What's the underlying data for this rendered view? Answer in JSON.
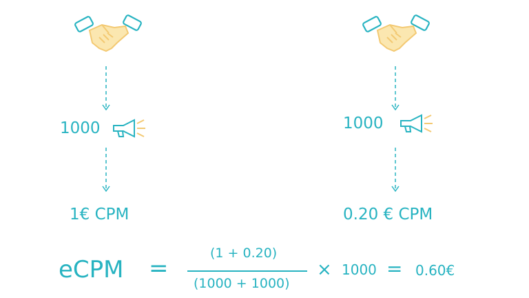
{
  "colors": {
    "accent": "#27b3c1",
    "icon_fill": "#fbe7b0",
    "icon_stroke": "#f3c972"
  },
  "left_column": {
    "impressions": "1000",
    "price": "1€ CPM"
  },
  "right_column": {
    "impressions": "1000",
    "price": "0.20 € CPM"
  },
  "formula": {
    "label": "eCPM",
    "equals": "=",
    "numerator": "(1 + 0.20)",
    "denominator": "(1000 + 1000)",
    "times": "×",
    "multiplier": "1000",
    "equals2": "=",
    "result": "0.60€"
  },
  "icons": [
    "handshake-icon",
    "megaphone-icon",
    "arrow-down-icon"
  ]
}
